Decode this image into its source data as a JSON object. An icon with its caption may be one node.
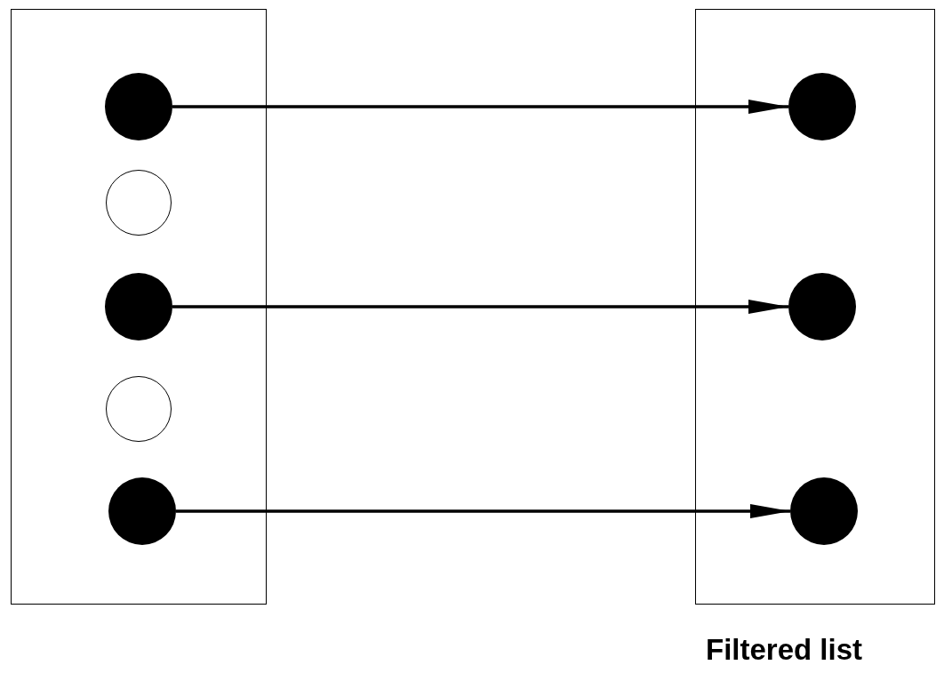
{
  "diagram": {
    "nodes": [
      {
        "text": [],
        "shape": "box"
      },
      {
        "text": [],
        "shape": "dot",
        "in": 0
      },
      {
        "text": [],
        "shape": "circle",
        "in": 0
      },
      {
        "text": [],
        "shape": "dot",
        "in": 0
      },
      {
        "text": [],
        "shape": "circle",
        "in": 0
      },
      {
        "text": [],
        "shape": "dot",
        "in": 0
      },
      {
        "text": [],
        "shape": "box",
        "beside": [
          "Filtered list"
        ]
      },
      {
        "text": [],
        "shape": "dot",
        "in": 6
      },
      {
        "text": [],
        "shape": "dot",
        "in": 6
      },
      {
        "text": [],
        "shape": "dot",
        "in": 6
      }
    ],
    "edges": [
      {
        "from": 1,
        "to": 7,
        "arrow": "to"
      },
      {
        "from": 3,
        "to": 8,
        "arrow": "to"
      },
      {
        "from": 5,
        "to": 9,
        "arrow": "to"
      }
    ]
  }
}
